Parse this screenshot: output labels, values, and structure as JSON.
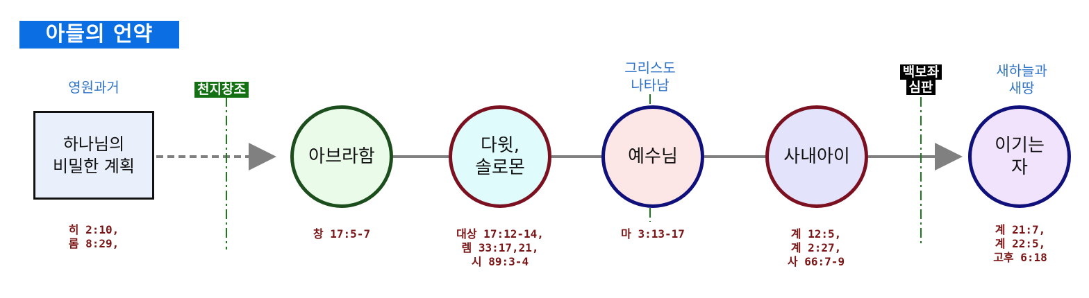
{
  "title": "아들의 언약",
  "past_label": "영원과거",
  "plan_box": {
    "line1": "하나님의",
    "line2": "비밀한 계획"
  },
  "plan_refs": [
    "히 2:10,",
    "롬 8:29,"
  ],
  "creation_tag": "천지창조",
  "christ_label": {
    "line1": "그리스도",
    "line2": "나타남"
  },
  "judgment_tag": {
    "line1": "백보좌",
    "line2": "심판"
  },
  "new_world_label": {
    "line1": "새하늘과",
    "line2": "새땅"
  },
  "nodes": [
    {
      "line1": "아브라함",
      "line2": "",
      "refs": [
        "창 17:5-7"
      ]
    },
    {
      "line1": "다윗,",
      "line2": "솔로몬",
      "refs": [
        "대상 17:12-14,",
        "렘 33:17,21,",
        "시 89:3-4"
      ]
    },
    {
      "line1": "예수님",
      "line2": "",
      "refs": [
        "마 3:13-17"
      ]
    },
    {
      "line1": "사내아이",
      "line2": "",
      "refs": [
        "계 12:5,",
        "계 2:27,",
        "사 66:7-9"
      ]
    },
    {
      "line1": "이기는",
      "line2": "자",
      "refs": [
        "계 21:7,",
        "계 22:5,",
        "고후 6:18"
      ]
    }
  ],
  "colors": {
    "title_bg": "#0b6fe3",
    "label_blue": "#2f73c7",
    "ref_text": "#7a1414",
    "creation_tag_bg": "#137013",
    "judgment_tag_bg": "#000000",
    "timeline": "#808080",
    "node_fills": [
      "#ebfbea",
      "#e0fbfb",
      "#fde6e6",
      "#e3e3fb",
      "#f1e3fb"
    ],
    "node_borders": [
      "#1c4d1c",
      "#7a1020",
      "#10107a",
      "#7a1020",
      "#10107a"
    ]
  }
}
